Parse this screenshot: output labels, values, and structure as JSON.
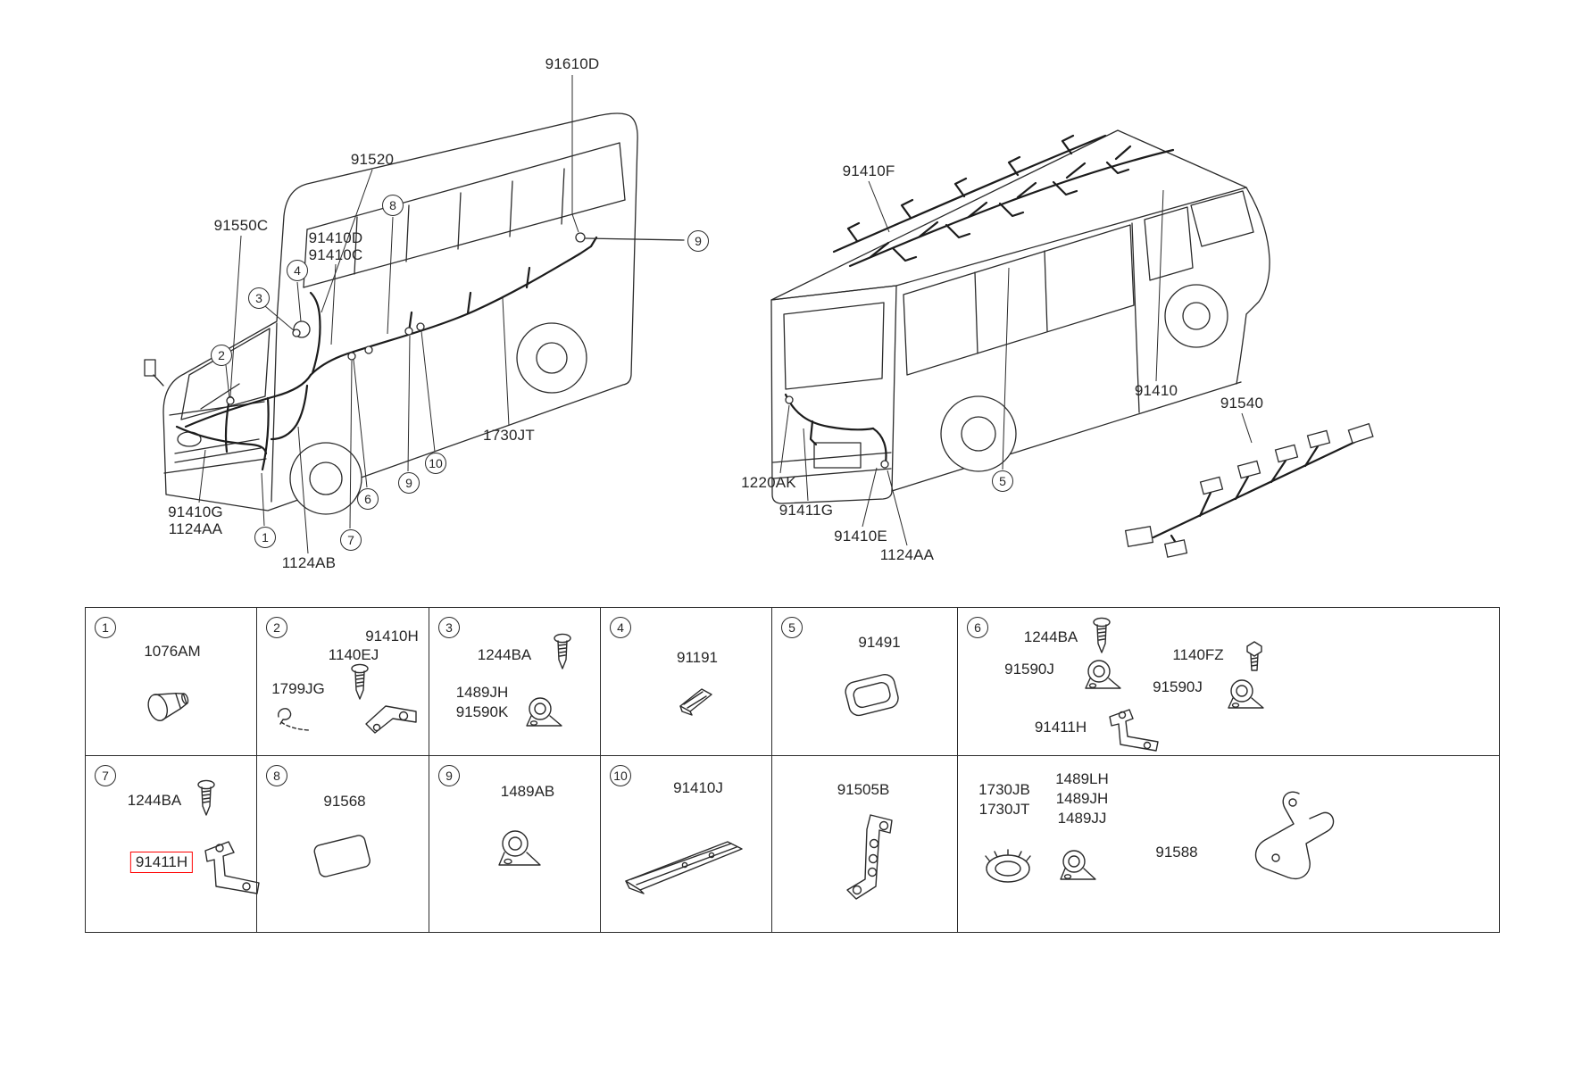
{
  "colors": {
    "ink": "#2b2b2b",
    "highlight": "#ff0000",
    "background": "#ffffff"
  },
  "left_bus": {
    "labels": {
      "p91610D": "91610D",
      "p91520": "91520",
      "p91550C": "91550C",
      "p91410D": "91410D",
      "p91410C": "91410C",
      "p1730JT": "1730JT",
      "p91410G": "91410G",
      "p1124AA": "1124AA",
      "p1124AB": "1124AB"
    },
    "callouts": {
      "n8": "8",
      "n4": "4",
      "n3": "3",
      "n2": "2",
      "n9a": "9",
      "n9b": "9",
      "n10": "10",
      "n6": "6",
      "n7": "7",
      "n1": "1"
    }
  },
  "right_bus": {
    "labels": {
      "p91410F": "91410F",
      "p91410": "91410",
      "p91540": "91540",
      "p1220AK": "1220AK",
      "p91411G": "91411G",
      "p91410E": "91410E",
      "p1124AA": "1124AA"
    },
    "callouts": {
      "n5": "5"
    }
  },
  "parts_table": {
    "cells": [
      {
        "num": "1",
        "parts": [
          "1076AM"
        ]
      },
      {
        "num": "2",
        "parts": [
          "91410H",
          "1140EJ",
          "1799JG"
        ]
      },
      {
        "num": "3",
        "parts": [
          "1244BA",
          "1489JH",
          "91590K"
        ]
      },
      {
        "num": "4",
        "parts": [
          "91191"
        ]
      },
      {
        "num": "5",
        "parts": [
          "91491"
        ]
      },
      {
        "num": "6",
        "parts": [
          "1244BA",
          "91590J",
          "1140FZ",
          "91590J",
          "91411H"
        ]
      },
      {
        "num": "7",
        "parts": [
          "1244BA",
          "91411H"
        ],
        "highlighted_part": "91411H"
      },
      {
        "num": "8",
        "parts": [
          "91568"
        ]
      },
      {
        "num": "9",
        "parts": [
          "1489AB"
        ]
      },
      {
        "num": "10",
        "parts": [
          "91410J"
        ]
      },
      {
        "num": "",
        "parts": [
          "91505B"
        ]
      },
      {
        "num": "",
        "parts": [
          "1730JB",
          "1730JT",
          "1489LH",
          "1489JH",
          "1489JJ",
          "91588"
        ]
      }
    ]
  }
}
